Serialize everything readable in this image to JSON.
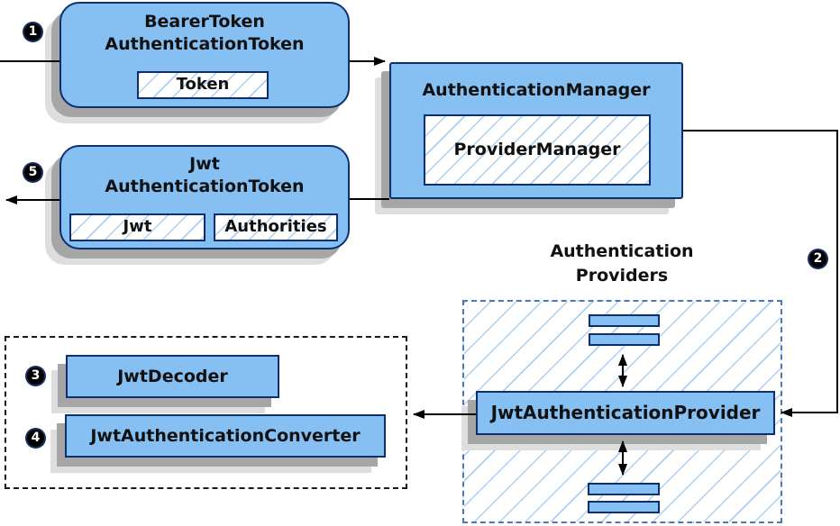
{
  "colors": {
    "node_fill": "#86bff2",
    "node_border": "#0d2f6e",
    "hatch_line": "#aed0f0",
    "dashed_blue": "#4b79b8",
    "shadow_dark": "#a6a6a6",
    "shadow_light": "#dedede",
    "arrow_color": "#000000",
    "badge_bg": "#000000",
    "badge_text": "#ffffff",
    "text_color": "#111111"
  },
  "nodes": {
    "bearer_token": {
      "title_line1": "BearerToken",
      "title_line2": "AuthenticationToken",
      "field_token": "Token"
    },
    "authentication_manager": {
      "title": "AuthenticationManager",
      "field_provider_manager": "ProviderManager"
    },
    "jwt_authentication_token": {
      "title_line1": "Jwt",
      "title_line2": "AuthenticationToken",
      "field_jwt": "Jwt",
      "field_authorities": "Authorities"
    },
    "providers_group": {
      "title_line1": "Authentication",
      "title_line2": "Providers"
    },
    "jwt_authentication_provider": {
      "label": "JwtAuthenticationProvider"
    },
    "jwt_decoder": {
      "label": "JwtDecoder"
    },
    "jwt_authentication_converter": {
      "label": "JwtAuthenticationConverter"
    }
  },
  "step_badges": {
    "step1": "1",
    "step2": "2",
    "step3": "3",
    "step4": "4",
    "step5": "5"
  }
}
